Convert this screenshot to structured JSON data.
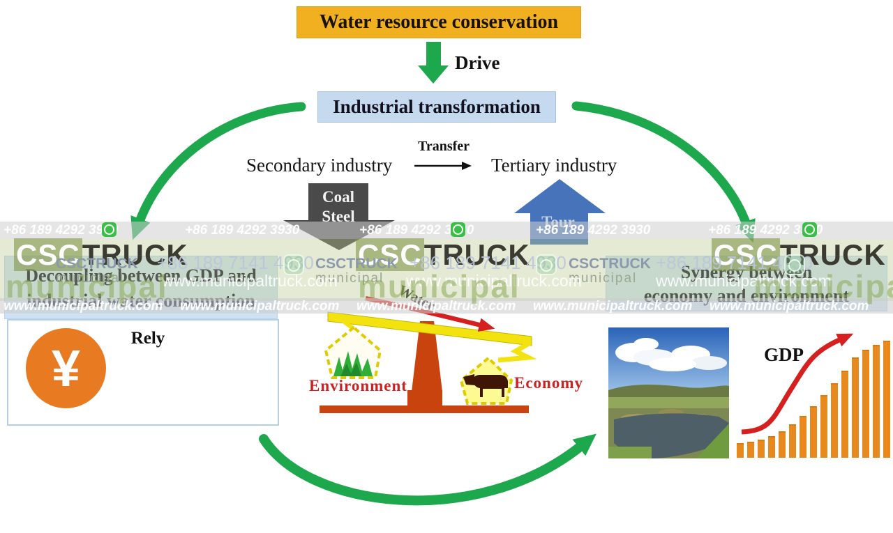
{
  "header": {
    "title": "Water resource conservation",
    "drive": "Drive",
    "industrial": "Industrial transformation"
  },
  "industry_row": {
    "secondary": "Secondary industry",
    "transfer": "Transfer",
    "tertiary": "Tertiary industry"
  },
  "down_arrow": {
    "line1": "Coal",
    "line2": "Steel"
  },
  "up_arrow": {
    "label": "Tour"
  },
  "left_panel": {
    "title_line1": "Decoupling between GDP and",
    "title_line2": "industrial water consumption",
    "yuan": "¥",
    "rely": "Rely"
  },
  "scale": {
    "water": "Water",
    "environment": "Environment",
    "economy": "Economy"
  },
  "right_panel": {
    "title_line1": "Synergy between",
    "title_line2": "economy and environment",
    "gdp": "GDP"
  },
  "watermarks": {
    "phone_top": "+86 189 4292 3930",
    "phone_mid": "+86 189 7141 4930",
    "website": "www.municipaltruck.com",
    "brand_csc": "CSC",
    "brand_truck": "TRUCK",
    "brand_municipal": "municipal"
  },
  "colors": {
    "green_arrow": "#1ea84e",
    "title_bg": "#f0b01f",
    "industrial_bg": "#c5daee",
    "panel_header_bg": "#cfe2f3",
    "coal_arrow_gray": "#4a4a4a",
    "tour_arrow_blue": "#4673b9",
    "yuan_circle_orange": "#e87a22",
    "bar_orange": "#e8891e",
    "red_accent": "#d61f1f"
  },
  "chart_data": {
    "type": "bar",
    "title": "GDP",
    "values": [
      21,
      23,
      26,
      31,
      38,
      48,
      60,
      74,
      90,
      107,
      125,
      144,
      155,
      162,
      168
    ],
    "ylabel": "",
    "xlabel": "",
    "legend": "none",
    "annotation": "rising S-curve trend arrow"
  }
}
